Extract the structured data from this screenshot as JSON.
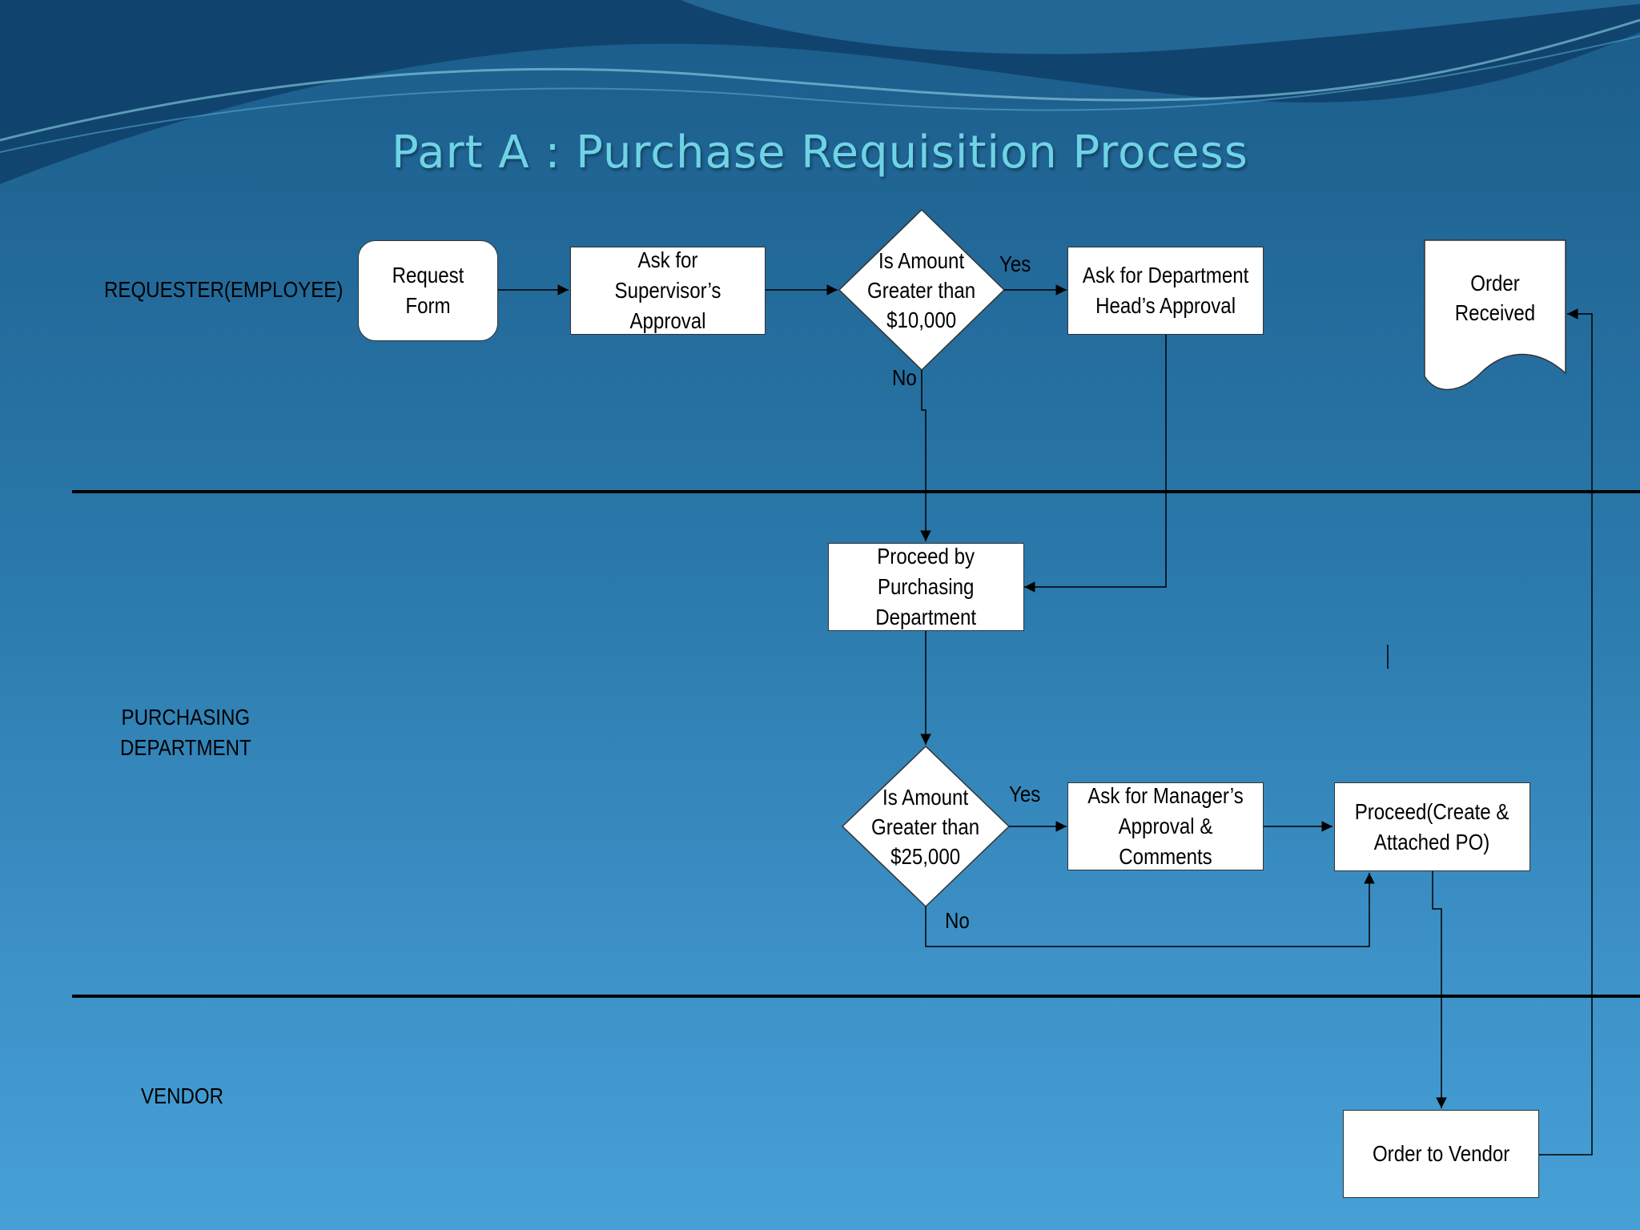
{
  "title": "Part A : Purchase Requisition Process",
  "lanes": {
    "requester": "REQUESTER(EMPLOYEE)",
    "purchasing_line1": "PURCHASING",
    "purchasing_line2": "DEPARTMENT",
    "vendor": "VENDOR"
  },
  "nodes": {
    "request_form": "Request Form",
    "supervisor_1": "Ask for Supervisor’s",
    "supervisor_2": "Approval",
    "decision1_1": "Is Amount",
    "decision1_2": "Greater than",
    "decision1_3": "$10,000",
    "dept_head_1": "Ask for Department",
    "dept_head_2": "Head’s Approval",
    "order_received": "Order Received",
    "proceed_purch_1": "Proceed by",
    "proceed_purch_2": "Purchasing",
    "proceed_purch_3": "Department",
    "decision2_1": "Is Amount",
    "decision2_2": "Greater than",
    "decision2_3": "$25,000",
    "manager_1": "Ask for Manager’s",
    "manager_2": "Approval & Comments",
    "create_po_1": "Proceed(Create &",
    "create_po_2": "Attached PO)",
    "order_vendor": "Order to Vendor"
  },
  "edge_labels": {
    "d1_yes": "Yes",
    "d1_no": "No",
    "d2_yes": "Yes",
    "d2_no": "No"
  },
  "colors": {
    "title": "#6fd3e6",
    "background_top": "#1b5c8a",
    "background_bottom": "#46a0d6",
    "wave": "#0e4068",
    "node_fill": "#ffffff",
    "line": "#000000"
  }
}
